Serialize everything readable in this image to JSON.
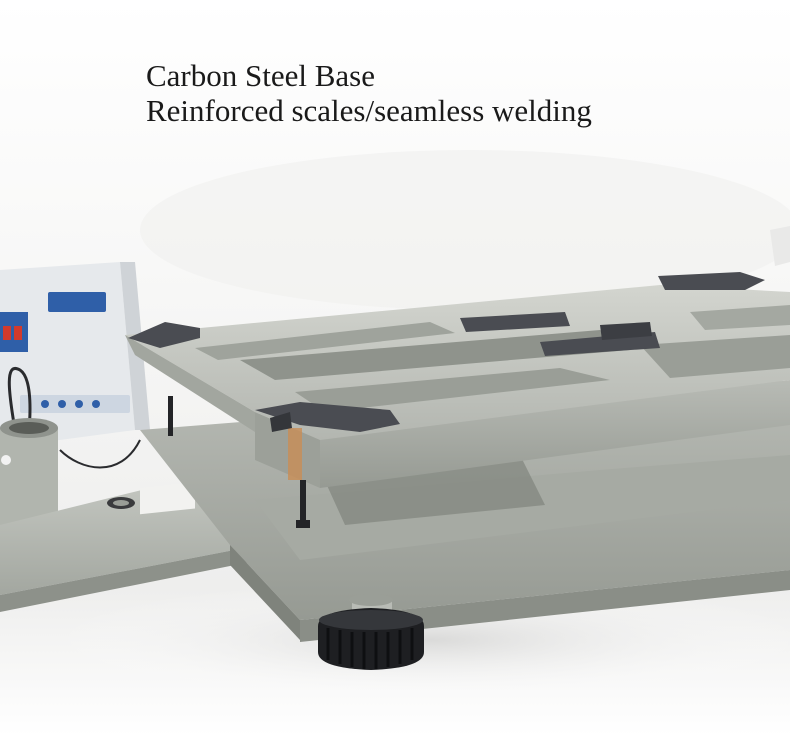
{
  "caption": {
    "line1": "Carbon Steel Base",
    "line2": "Reinforced scales/seamless welding"
  },
  "product_photo": {
    "subject": "platform-scale-frame",
    "colors": {
      "frame": "#b9bcb6",
      "frame_shadow": "#8f938d",
      "frame_light": "#d8dad4",
      "rubber": "#4a4c52",
      "knob": "#1e1f22",
      "display_panel": "#e7ebef",
      "display_blue": "#2f5fa8",
      "display_red": "#d33a2c",
      "background": "#ffffff"
    }
  }
}
